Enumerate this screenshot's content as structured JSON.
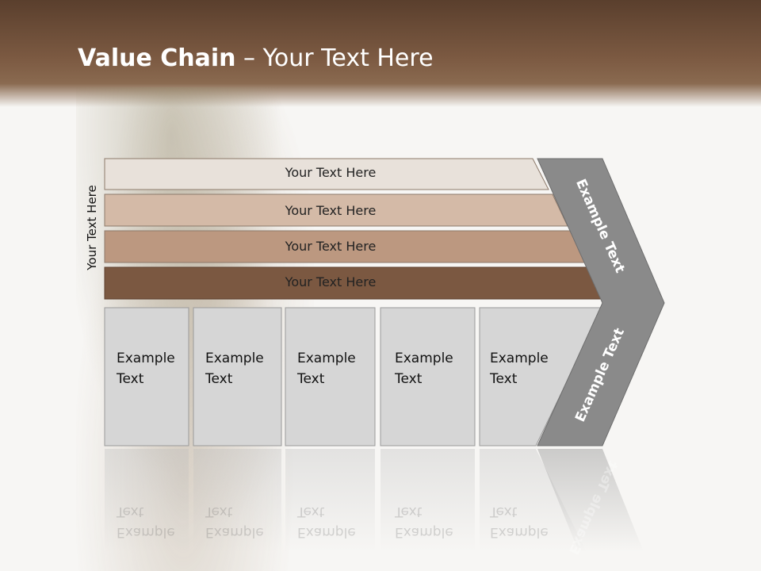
{
  "title": {
    "bold": "Value Chain",
    "rest": " – Your Text Here"
  },
  "vertical_label": "Your Text Here",
  "bars": [
    {
      "label": "Your Text Here",
      "fill": "#e8e1da"
    },
    {
      "label": "Your Text Here",
      "fill": "#d4baa7"
    },
    {
      "label": "Your Text Here",
      "fill": "#bc9880"
    },
    {
      "label": "Your Text Here",
      "fill": "#7b5841"
    }
  ],
  "boxes": [
    {
      "line1": "Example",
      "line2": "Text"
    },
    {
      "line1": "Example",
      "line2": "Text"
    },
    {
      "line1": "Example",
      "line2": "Text"
    },
    {
      "line1": "Example",
      "line2": "Text"
    },
    {
      "line1": "Example",
      "line2": "Text"
    }
  ],
  "chevron": {
    "upper": "Example Text",
    "lower": "Example Text",
    "fill": "#8a8a8a"
  }
}
